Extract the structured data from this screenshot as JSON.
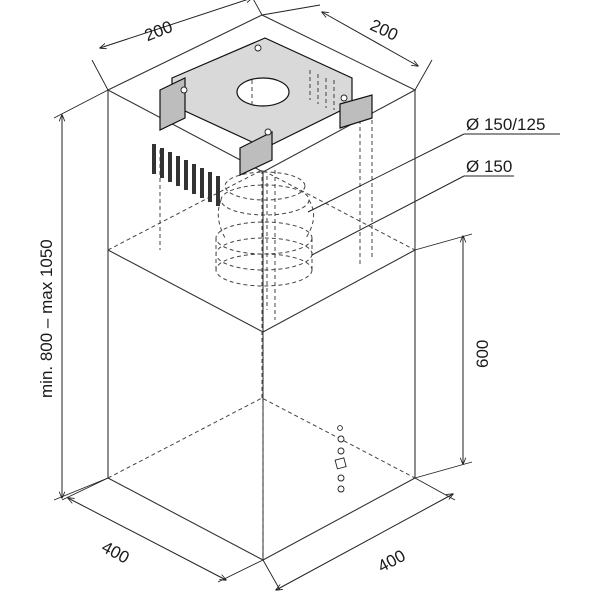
{
  "dimensions": {
    "top_left": "200",
    "top_right": "200",
    "bottom_left": "400",
    "bottom_right": "400",
    "height_range": "min. 800 – max 1050",
    "lower_height": "600",
    "outlet_large": "Ø 150/125",
    "outlet_small": "Ø 150"
  },
  "icons": {
    "control_panel": "control-buttons",
    "duct": "flange-duct"
  },
  "colors": {
    "line": "#333333",
    "bracket_fill": "#d9d9d9"
  }
}
